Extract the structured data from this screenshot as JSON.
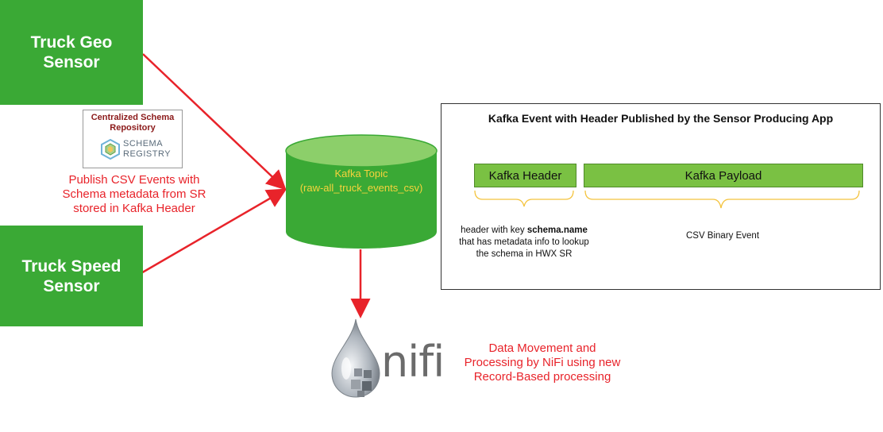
{
  "sensors": {
    "geo": {
      "line1": "Truck Geo",
      "line2": "Sensor"
    },
    "speed": {
      "line1": "Truck Speed",
      "line2": "Sensor"
    }
  },
  "schema_registry": {
    "title_line1": "Centralized Schema",
    "title_line2": "Repository",
    "logo_line1": "SCHEMA",
    "logo_line2": "REGISTRY"
  },
  "publish_note": {
    "line1": "Publish CSV Events with",
    "line2": "Schema metadata from SR",
    "line3": "stored in Kafka Header"
  },
  "kafka_topic": {
    "line1": "Kafka Topic",
    "line2": "(raw-all_truck_events_csv)"
  },
  "event_panel": {
    "title": "Kafka Event with Header Published by the Sensor Producing App",
    "header_label": "Kafka Header",
    "payload_label": "Kafka Payload",
    "header_desc_prefix": "header with key ",
    "header_desc_key": "schema.name",
    "header_desc_line2": "that has metadata info to lookup",
    "header_desc_line3": "the schema in HWX SR",
    "payload_desc": "CSV Binary Event"
  },
  "nifi": {
    "logo_text": "nifi",
    "note_line1": "Data Movement and",
    "note_line2": "Processing by NiFi using new",
    "note_line3": "Record-Based processing"
  },
  "colors": {
    "sensor_green": "#3aa935",
    "bar_green": "#7ac143",
    "arrow_red": "#e8232a",
    "topic_text": "#f6d33c"
  }
}
